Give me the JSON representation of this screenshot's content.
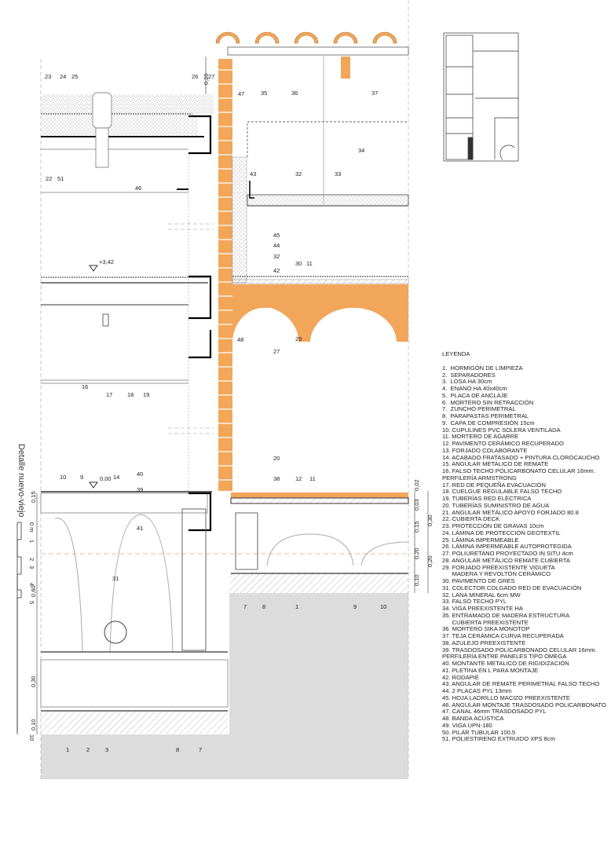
{
  "drawing_title": "Detalle nuevo-viejo",
  "scale_bar": [
    "0 m",
    "1",
    "2",
    "3",
    "4",
    "5",
    "10"
  ],
  "level_marks": {
    "upper": "+3,42",
    "ground": "0,00"
  },
  "dimensions": {
    "roof_parapet": "0,20",
    "left": [
      "0,15",
      "0,60",
      "0,30",
      "0,10"
    ],
    "right_inner": [
      "0,02",
      "0,03",
      "0,15",
      "0,20",
      "0,10"
    ],
    "right_outer": [
      "0,30",
      "0,20"
    ]
  },
  "callouts": [
    "23",
    "24",
    "25",
    "26",
    "27",
    "22",
    "51",
    "46",
    "35",
    "36",
    "37",
    "47",
    "43",
    "32",
    "33",
    "34",
    "45",
    "44",
    "32",
    "42",
    "30",
    "11",
    "48",
    "29",
    "27",
    "16",
    "17",
    "18",
    "19",
    "20",
    "40",
    "38",
    "12",
    "11",
    "39",
    "10",
    "9",
    "14",
    "41",
    "31",
    "1",
    "2",
    "3",
    "8",
    "7",
    "7",
    "8",
    "1",
    "9",
    "10"
  ],
  "legend": {
    "title": "LEYENDA",
    "items": [
      "1.  HORMIGÓN DE LIMPIEZA",
      "2.  SEPARADORES",
      "3.  LOSA HA 30cm",
      "4.  ENANO HA 40x40cm",
      "5.  PLACA DE ANCLAJE",
      "6.  MORTERO SIN RETRACCIÓN",
      "7.  ZUNCHO PERIMETRAL",
      "8.  PARAPASTAS PERIMETRAL",
      "9.  CAPA DE COMPRESIÓN 15cm",
      "10. CUPULINES PVC SOLERA VENTILADA",
      "11. MORTERO DE AGARRE",
      "12. PAVIMENTO CERÁMICO RECUPERADO",
      "13. FORJADO COLABORANTE",
      "14. ACABADO FRATASADO + PINTURA CLOROCAUCHO",
      "15. ANGULAR METALICO DE REMATE",
      "16. FALSO TECHO POLICARBONATO CELULAR 16mm.\nPERFILERÍA ARMSTRONG",
      "17. RED DE PEQUEÑA EVACUACIÓN",
      "18. CUELGUE REGULABLE FALSO TECHO",
      "19. TUBERÍAS RED ELÉCTRICA",
      "20. TUBERÍAS SUMINISTRO DE AGUA",
      "21. ANGULAR METÁLICO APOYO FORJADO 80.8",
      "22. CUBIERTA DECK",
      "23. PROTECCIÓN DE GRAVAS 10cm",
      "24. LÁMINA DE PROTECCIÓN GEOTEXTIL",
      "25. LÁMINA IMPERMEABLE",
      "26. LÁMINA IMPERMEABLE AUTOPROTEGIDA",
      "27. POLIURETANO PROYECTADO IN SITU 4cm",
      "28. ANGULAR METÁLICO REMATE CUBIERTA",
      "29. FORJADO PREEXISTENTE VIGUETA\n      MADERA Y REVOLTÓN CERÁMICO",
      "30. PAVIMENTO DE GRES",
      "31. COLECTOR COLGADO RED DE EVACUACIÓN",
      "32. LANA MINERAL 6cm MW",
      "33. FALSO TECHO PYL",
      "34. VIGA PREEXISTENTE HA",
      "35. ENTRAMADO DE MADERA ESTRUCTURA\n      CUBIERTA PREEXISTENTE",
      "36. MORTERO SIKA MONOTOP",
      "37. TEJA CERÁMICA CURVA RECUPERADA",
      "38. AZULEJO PREEXISTENTE",
      "39. TRASDOSADO POLICARBONADO CELULAR 16mm.\nPERFILERÍA ENTRE PANELES TIPO OMEGA",
      "40. MONTANTE METALICO DE RIGIDIZACIÓN",
      "41. PLETINA EN L PARA MONTAJE",
      "42. RODAPIÉ",
      "43. ANGULAR DE REMATE PERIMETRAL FALSO TECHO",
      "44. 2 PLACAS PYL 13mm",
      "45. HOJA LADRILLO MACIZO PREEXISTENTE",
      "46. ANGULAR MONTAJE TRASDOSADO POLICARBONATO",
      "47. CANAL 46mm TRASDOSADO PYL",
      "48. BANDA ACÚSTICA",
      "49. VIGA UPN-180",
      "50. PILAR TUBULAR 100.5",
      "51. POLIESTIRENO EXTRUIDO XPS 8cm"
    ]
  },
  "colors": {
    "brick": "#f2a65a",
    "ground": "#dcdcdc",
    "line": "#222222",
    "dashed": "#bbbbbb",
    "axis_dash": "#f5b88a"
  }
}
